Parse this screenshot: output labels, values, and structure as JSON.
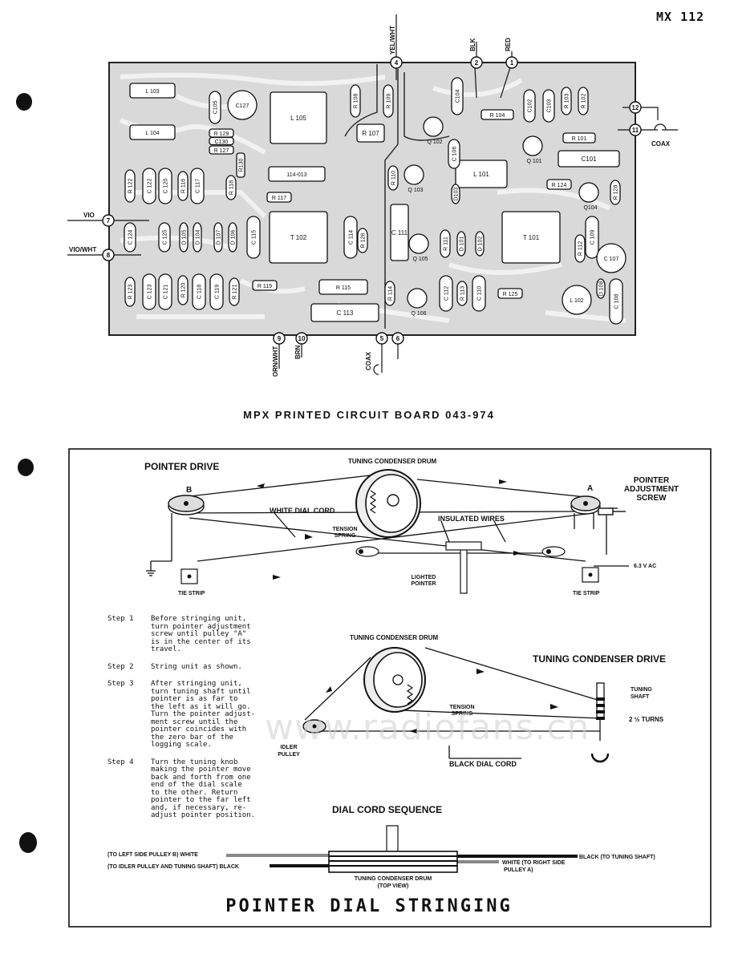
{
  "page_code": "MX 112",
  "pcb": {
    "caption": "MPX PRINTED CIRCUIT BOARD 043-974",
    "terminals": [
      {
        "num": "1",
        "wire": "RED"
      },
      {
        "num": "2",
        "wire": "BLK"
      },
      {
        "num": "4",
        "wire": "YEL/WHT"
      },
      {
        "num": "5",
        "wire": "COAX"
      },
      {
        "num": "6",
        "wire": ""
      },
      {
        "num": "7",
        "wire": "VIO"
      },
      {
        "num": "8",
        "wire": "VIO/WHT"
      },
      {
        "num": "9",
        "wire": "ORN/WHT"
      },
      {
        "num": "10",
        "wire": "BRN"
      },
      {
        "num": "11",
        "wire": "COAX"
      },
      {
        "num": "12",
        "wire": ""
      }
    ],
    "components": [
      "L 103",
      "L 104",
      "C127",
      "L 105",
      "C105",
      "R 129",
      "C130",
      "R 127",
      "R130",
      "114-013",
      "R 108",
      "R 109",
      "R 107",
      "C104",
      "Q 102",
      "R 104",
      "C102",
      "C103",
      "R 103",
      "R 102",
      "R 101",
      "C101",
      "Q 101",
      "L 101",
      "C 106",
      "R 110",
      "Q 103",
      "D103",
      "R 124",
      "Q104",
      "R 128",
      "R 122",
      "C 122",
      "C 120",
      "R 116",
      "C 117",
      "R 118",
      "R 117",
      "C 124",
      "C 125",
      "D 105",
      "D 104",
      "D 107",
      "D 106",
      "C 115",
      "T 102",
      "C 114",
      "R 126",
      "C 111",
      "R 111",
      "D 101",
      "D 102",
      "T 101",
      "R 112",
      "C 109",
      "C 107",
      "Q 105",
      "R 123",
      "C 123",
      "C 121",
      "R 120",
      "C 118",
      "C 119",
      "R 121",
      "R 119",
      "R 115",
      "C 113",
      "R 114",
      "Q 106",
      "C 112",
      "R 113",
      "C 110",
      "R 125",
      "L 102",
      "D 108",
      "C 108"
    ]
  },
  "stringing": {
    "title": "POINTER DIAL STRINGING",
    "top_labels": {
      "pointer_drive": "POINTER DRIVE",
      "tuning_condenser_drum": "TUNING CONDENSER DRUM",
      "pulley_b": "B",
      "pulley_a": "A",
      "pointer_adjustment_screw": "POINTER\nADJUSTMENT\nSCREW",
      "white_dial_cord": "WHITE DIAL CORD",
      "tension_spring": "TENSION\nSPRING",
      "insulated_wires": "INSULATED WIRES",
      "voltage": "6.3 V AC",
      "lighted_pointer": "LIGHTED\nPOINTER",
      "tie_strip_left": "TIE STRIP",
      "tie_strip_right": "TIE STRIP"
    },
    "mid_labels": {
      "tuning_condenser_drum": "TUNING CONDENSER DRUM",
      "tuning_condenser_drive": "TUNING CONDENSER DRIVE",
      "tuning_shaft": "TUNING\nSHAFT",
      "turns": "2 ½ TURNS",
      "tension_spring": "TENSION\nSPRING",
      "idler_pulley": "IDLER\nPULLEY",
      "black_dial_cord": "BLACK DIAL CORD"
    },
    "steps": [
      {
        "label": "Step 1",
        "text": "Before stringing unit,\nturn pointer adjustment\nscrew until pulley \"A\"\nis in the center of its\ntravel."
      },
      {
        "label": "Step 2",
        "text": "String unit as shown."
      },
      {
        "label": "Step 3",
        "text": "After stringing unit,\nturn tuning shaft until\npointer is as far to\nthe left as it will go.\nTurn the pointer adjust-\nment screw until the\npointer coincides with\nthe zero bar of the\nlogging scale."
      },
      {
        "label": "Step 4",
        "text": "Turn the tuning knob\nmaking the pointer move\nback and forth from one\nend of the dial scale\nto the other.  Return\npointer to the far left\nand, if necessary, re-\nadjust pointer position."
      }
    ],
    "sequence": {
      "title": "DIAL CORD SEQUENCE",
      "left_white": "(TO LEFT SIDE PULLEY B) WHITE",
      "left_black": "(TO IDLER PULLEY AND TUNING SHAFT) BLACK",
      "right_black": "BLACK (TO TUNING SHAFT)",
      "right_white": "WHITE (TO RIGHT SIDE\n PULLEY A)",
      "drum": "TUNING CONDENSER DRUM",
      "drum_view": "(TOP VIEW)"
    }
  },
  "watermark": "www.radiofans.cn"
}
